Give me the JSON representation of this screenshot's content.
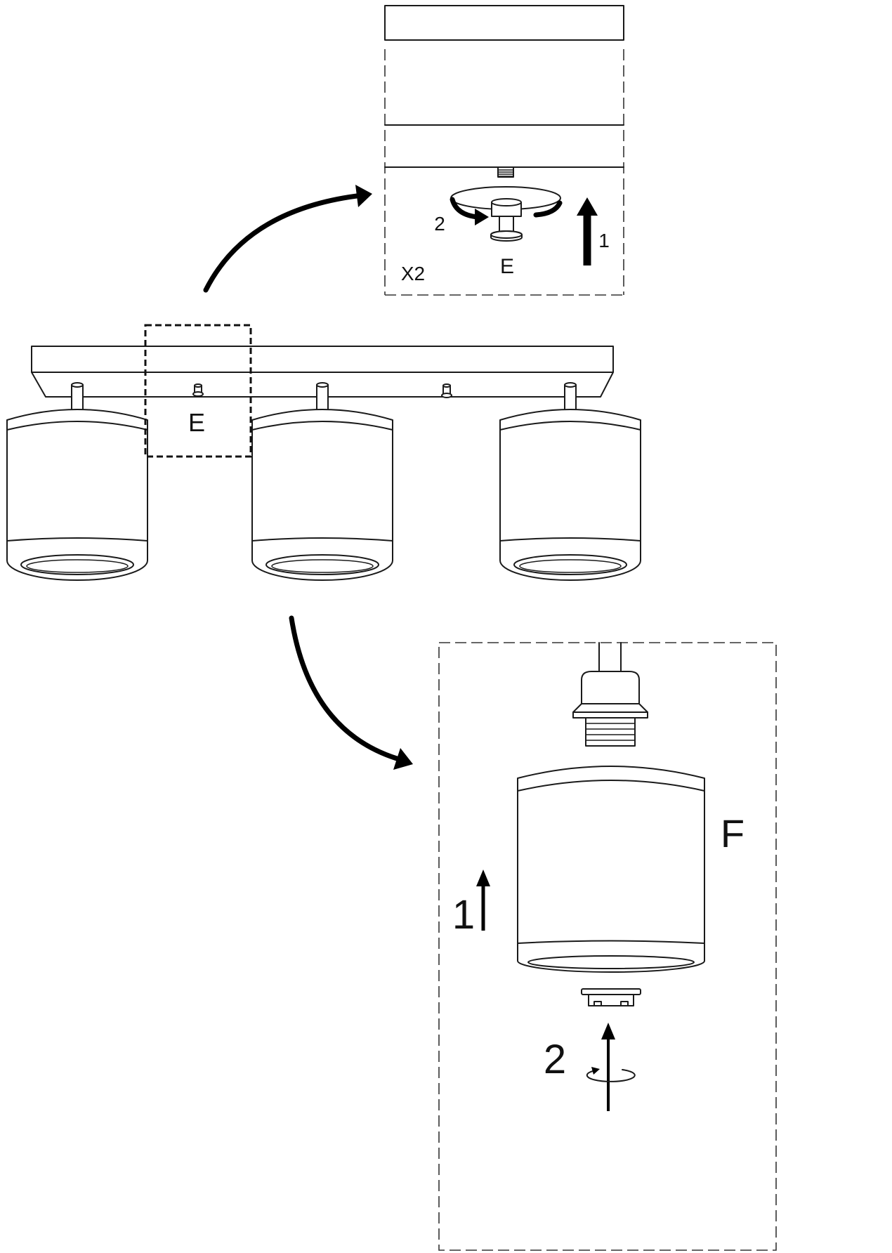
{
  "top_inset": {
    "step_rotate_label": "2",
    "step_push_label": "1",
    "part_label": "E",
    "quantity_label": "X2"
  },
  "fixture": {
    "part_label": "E"
  },
  "bottom_inset": {
    "part_label": "F",
    "step_push_label": "1",
    "step_rotate_label": "2"
  }
}
